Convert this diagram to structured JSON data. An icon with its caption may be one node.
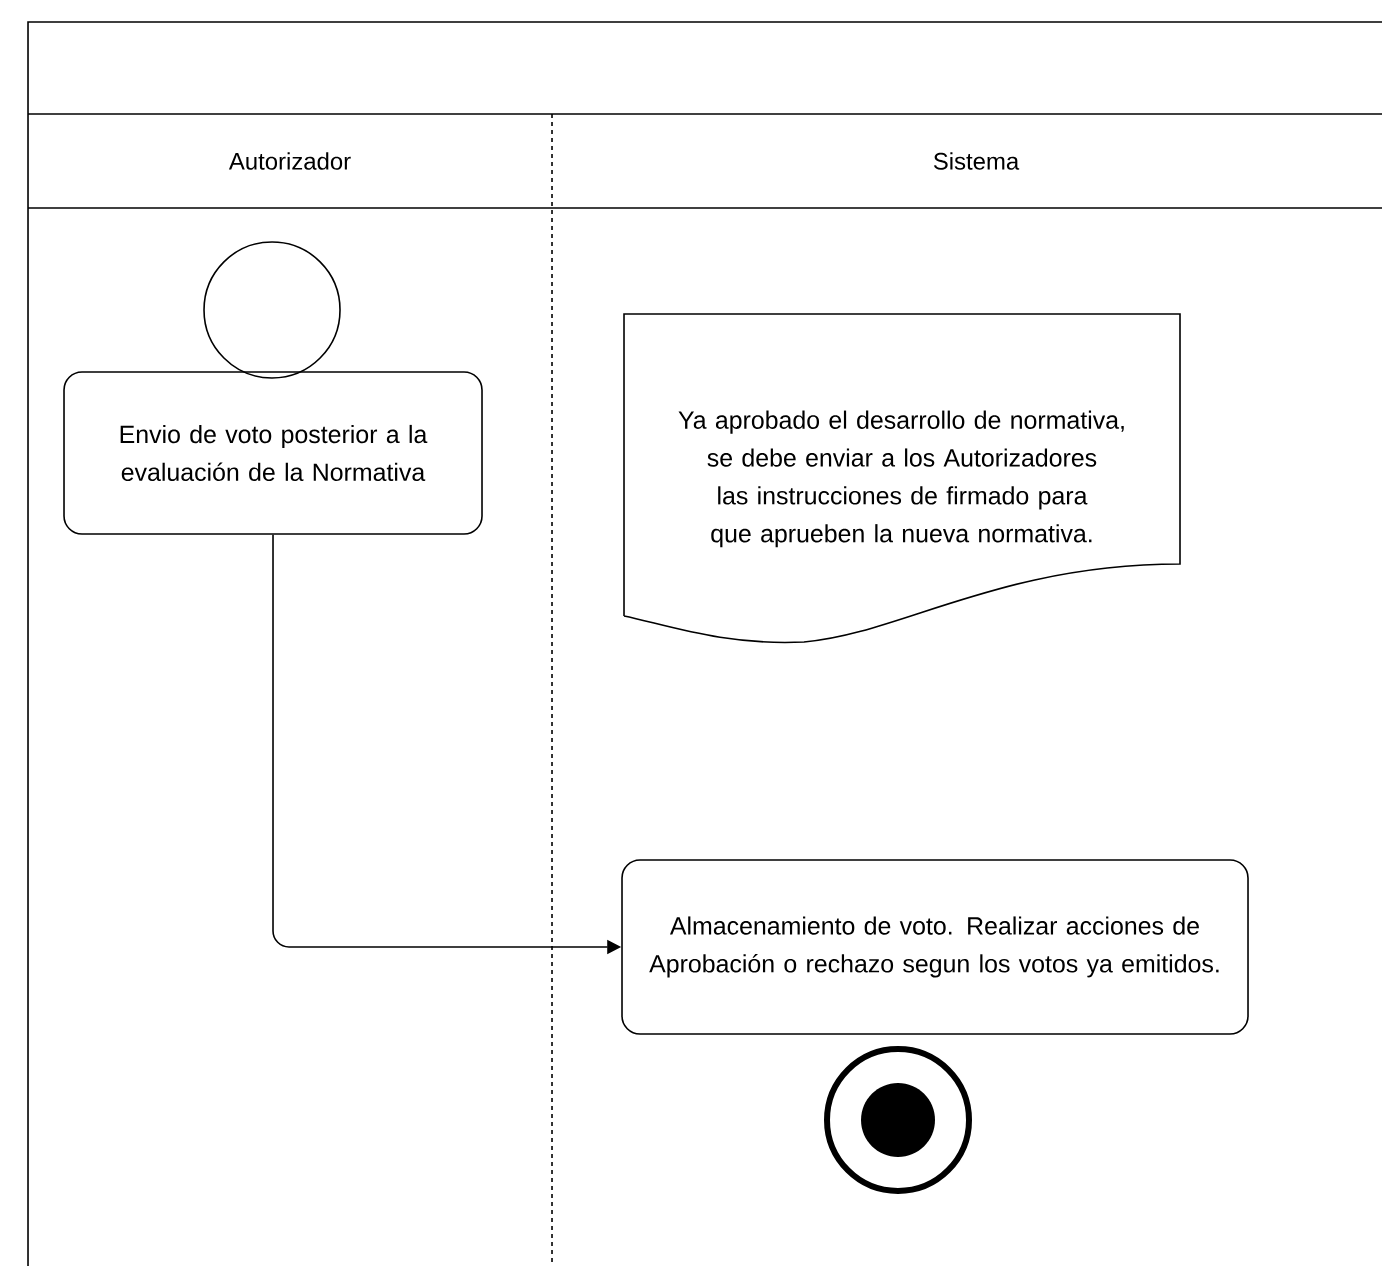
{
  "diagram": {
    "nodes": [
      {
        "text": [
          "Autorizador"
        ]
      },
      {
        "text": [
          "Sistema"
        ]
      },
      {
        "text": [],
        "shape": "circle"
      },
      {
        "text": [
          "Envio de voto posterior a la evaluación de la Normativa"
        ]
      },
      {
        "text": [
          "Ya aprobado el desarrollo de normativa, se debe enviar a los Autorizadores las instrucciones de firmado para que aprueben la nueva normativa."
        ]
      },
      {
        "text": [
          "Almacenamiento de voto. Realizar acciones de Aprobación o rechazo segun los votos ya emitidos."
        ]
      },
      {
        "text": [],
        "shape": "bullseye"
      }
    ],
    "edges": [
      {
        "from": 3,
        "to": 5,
        "arrow": "to"
      }
    ]
  }
}
